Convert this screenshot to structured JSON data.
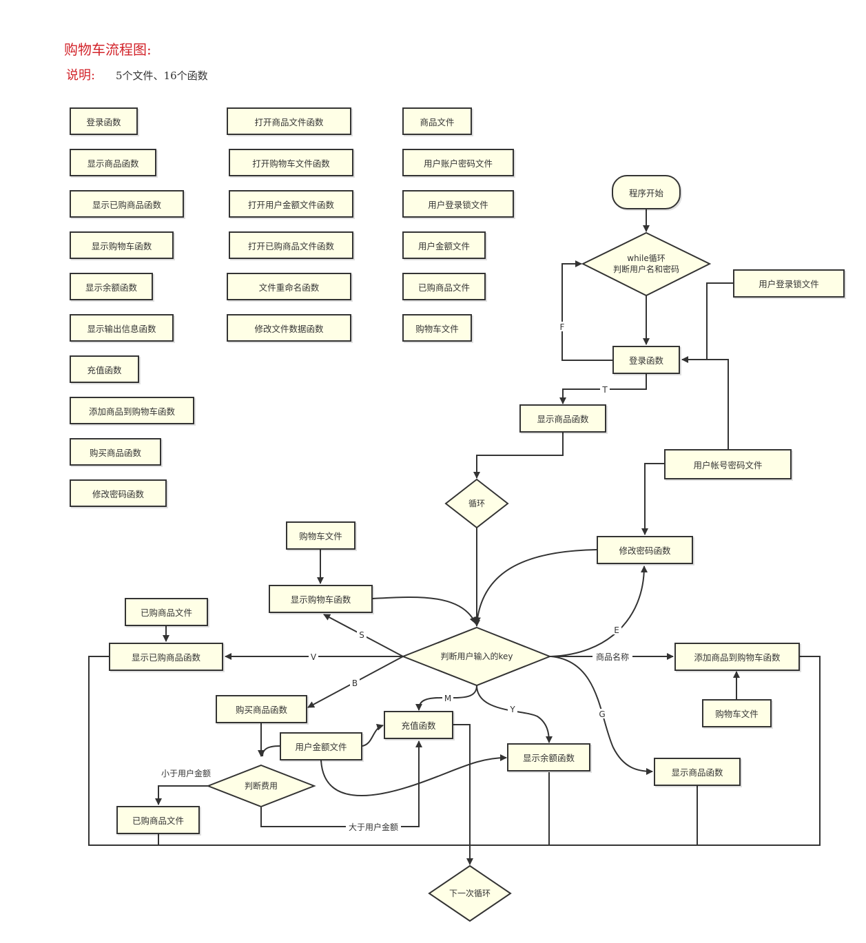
{
  "header": {
    "title": "购物车流程图:",
    "desc_label": "说明:",
    "desc_text": "5个文件、16个函数"
  },
  "legend": {
    "col1": [
      "登录函数",
      "显示商品函数",
      "显示已购商品函数",
      "显示购物车函数",
      "显示余额函数",
      "显示输出信息函数",
      "充值函数",
      "添加商品到购物车函数",
      "购买商品函数",
      "修改密码函数"
    ],
    "col2": [
      "打开商品文件函数",
      "打开购物车文件函数",
      "打开用户金额文件函数",
      "打开已购商品文件函数",
      "文件重命名函数",
      "修改文件数据函数"
    ],
    "col3": [
      "商品文件",
      "用户账户密码文件",
      "用户登录锁文件",
      "用户金额文件",
      "已购商品文件",
      "购物车文件"
    ]
  },
  "flow": {
    "start": "程序开始",
    "while_line1": "while循环",
    "while_line2": "判断用户名和密码",
    "lock_file": "用户登录锁文件",
    "login": "登录函数",
    "show_goods": "显示商品函数",
    "loop": "循环",
    "acct_file": "用户帐号密码文件",
    "change_pw": "修改密码函数",
    "cart_file_top": "购物车文件",
    "show_cart": "显示购物车函数",
    "bought_file_top": "已购商品文件",
    "show_bought": "显示已购商品函数",
    "judge_key": "判断用户输入的key",
    "add_cart": "添加商品到购物车函数",
    "cart_file_right": "购物车文件",
    "buy_goods": "购买商品函数",
    "user_money_file": "用户金额文件",
    "recharge": "充值函数",
    "show_balance": "显示余额函数",
    "show_goods2": "显示商品函数",
    "judge_cost": "判断费用",
    "bought_file_bottom": "已购商品文件",
    "next_loop": "下一次循环"
  },
  "edge_labels": {
    "f": "F",
    "t": "T",
    "s": "S",
    "v": "V",
    "b": "B",
    "m": "M",
    "y": "Y",
    "e": "E",
    "g": "G",
    "goods_name": "商品名称",
    "less_than": "小于用户金额",
    "greater_than": "大于用户金额"
  },
  "colors": {
    "title_red": "#d2232a",
    "node_fill": "#ffffe6",
    "stroke": "#333333"
  }
}
